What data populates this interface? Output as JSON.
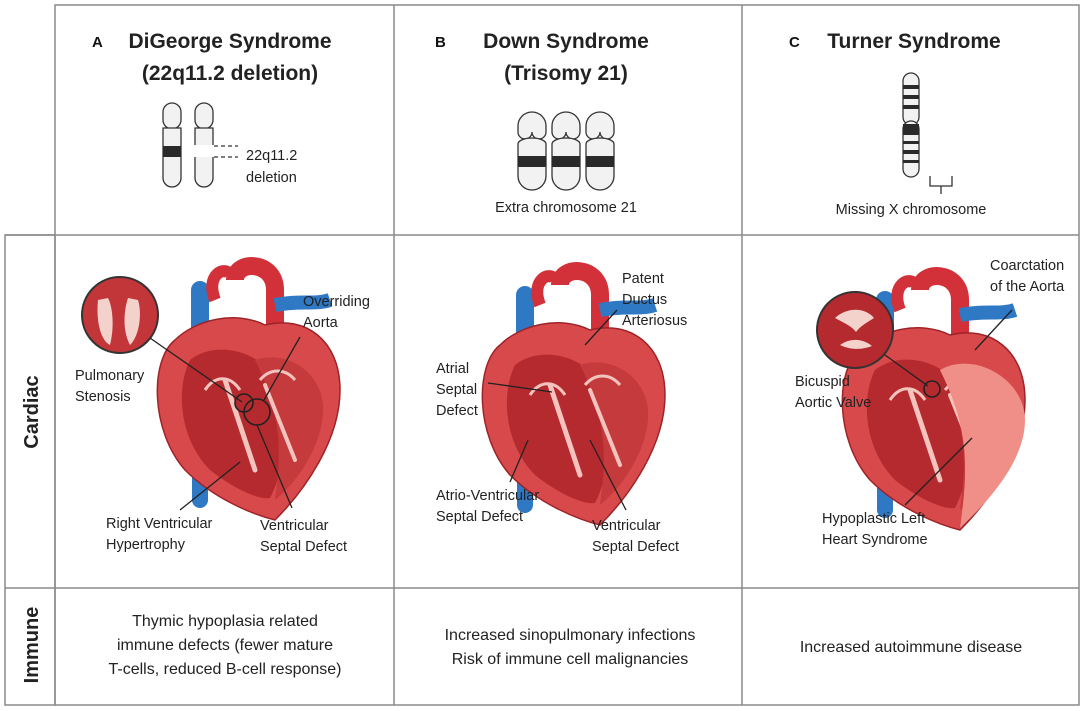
{
  "columns": [
    {
      "letter": "A",
      "title_line1": "DiGeorge Syndrome",
      "title_line2": "(22q11.2 deletion)",
      "chromosome_label_1": "22q11.2",
      "chromosome_label_2": "deletion",
      "cardiac_labels": {
        "pulmonary_stenosis_1": "Pulmonary",
        "pulmonary_stenosis_2": "Stenosis",
        "overriding_aorta_1": "Overriding",
        "overriding_aorta_2": "Aorta",
        "rvh_1": "Right Ventricular",
        "rvh_2": "Hypertrophy",
        "vsd_1": "Ventricular",
        "vsd_2": "Septal Defect"
      },
      "immune": [
        "Thymic hypoplasia related",
        "immune defects (fewer mature",
        "T-cells, reduced B-cell response)"
      ]
    },
    {
      "letter": "B",
      "title_line1": "Down Syndrome",
      "title_line2": "(Trisomy 21)",
      "chromosome_label_1": "Extra chromosome 21",
      "cardiac_labels": {
        "pda_1": "Patent",
        "pda_2": "Ductus",
        "pda_3": "Arteriosus",
        "asd_1": "Atrial",
        "asd_2": "Septal",
        "asd_3": "Defect",
        "avsd_1": "Atrio-Ventricular",
        "avsd_2": "Septal Defect",
        "vsd_1": "Ventricular",
        "vsd_2": "Septal Defect"
      },
      "immune": [
        "Increased sinopulmonary infections",
        "Risk of immune cell malignancies"
      ]
    },
    {
      "letter": "C",
      "title_line1": "Turner Syndrome",
      "chromosome_label_1": "Missing X chromosome",
      "cardiac_labels": {
        "coarct_1": "Coarctation",
        "coarct_2": "of the Aorta",
        "bicuspid_1": "Bicuspid",
        "bicuspid_2": "Aortic Valve",
        "hlhs_1": "Hypoplastic Left",
        "hlhs_2": "Heart Syndrome"
      },
      "immune": [
        "Increased autoimmune disease"
      ]
    }
  ],
  "rows": {
    "cardiac": "Cardiac",
    "immune": "Immune"
  },
  "colors": {
    "grid": "#8a8a8a",
    "heart_dark": "#b52a2e",
    "heart_mid": "#d8494b",
    "heart_light": "#ee8f87",
    "vessel_blue": "#2f78c4",
    "vessel_red": "#d3313a",
    "chromosome_fill": "#f2f2f2",
    "chromosome_band": "#2a2a2a"
  }
}
